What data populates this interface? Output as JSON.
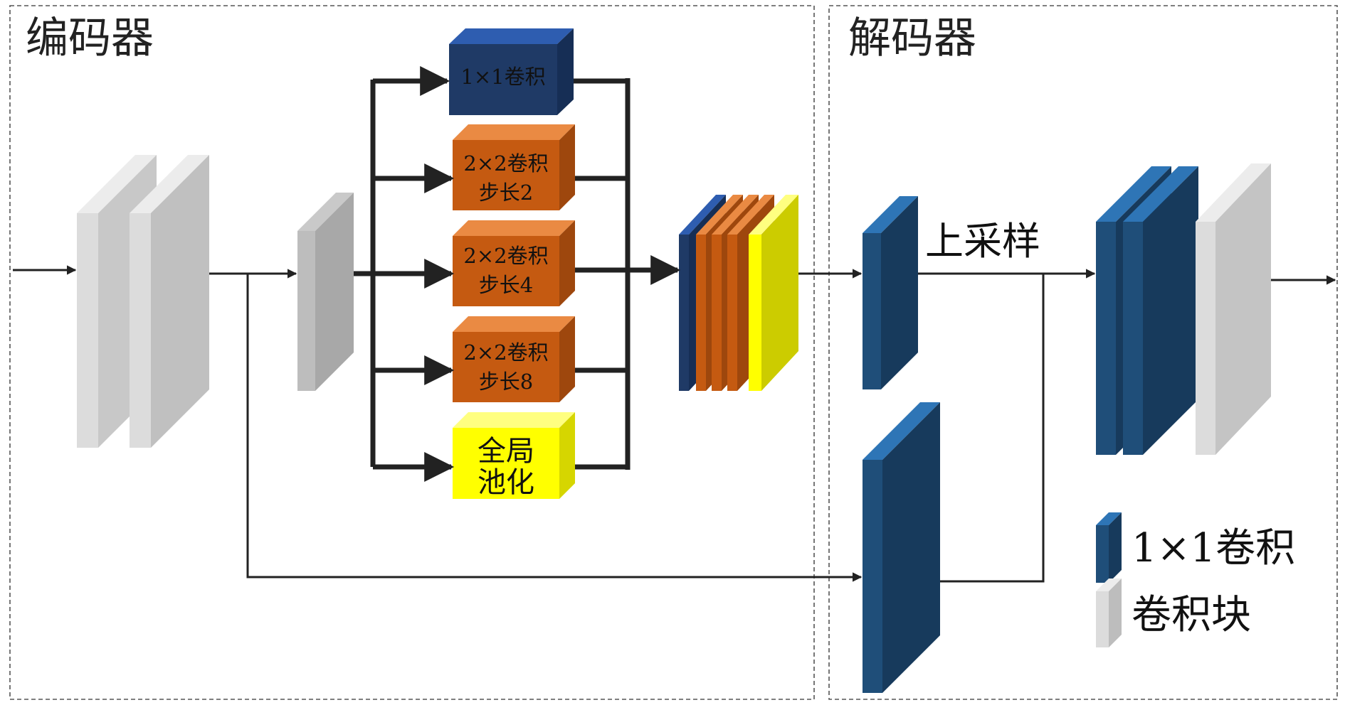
{
  "sections": {
    "encoder": "编码器",
    "decoder": "解码器"
  },
  "aspp": {
    "conv1x1": "1×1卷积",
    "dil2": [
      "2×2卷积",
      "步长2"
    ],
    "dil4": [
      "2×2卷积",
      "步长4"
    ],
    "dil8": [
      "2×2卷积",
      "步长8"
    ],
    "pool": [
      "全局",
      "池化"
    ]
  },
  "decoder": {
    "upsample": "上采样"
  },
  "legend": {
    "conv1x1": "1×1卷积",
    "convblock": "卷积块"
  },
  "colors": {
    "navy": "#1f3a66",
    "orange": "#c55a11",
    "yellow": "#ffff00",
    "olive": "#cccc00",
    "blue": "#1f4e79",
    "lightblue": "#2e75b6",
    "lightgray": "#dcdcdc",
    "midgray": "#bfbfbf",
    "arrow": "#222222"
  }
}
